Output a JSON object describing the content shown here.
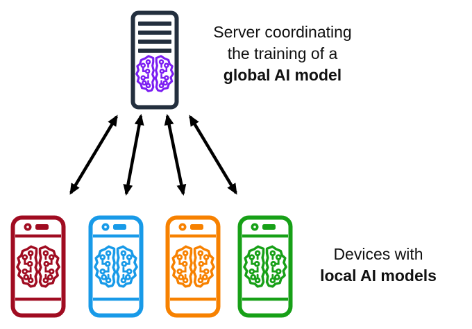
{
  "diagram": {
    "title_hint": "Federated learning diagram",
    "background_color": "#ffffff",
    "server": {
      "icon": "server-with-ai-brain-icon",
      "body_color": "#232F3E",
      "brain_color": "#7B1DF2",
      "label_lines": [
        "Server coordinating",
        "the training of a",
        "global AI model"
      ],
      "bold_line": "global AI model"
    },
    "arrows": {
      "count": 4,
      "style": "double-headed",
      "color": "#000000"
    },
    "devices": {
      "label_line1": "Devices with",
      "label_line2_bold": "local AI models",
      "items": [
        {
          "name": "device-1",
          "icon": "smartphone-with-ai-brain-icon",
          "color": "#A00C21"
        },
        {
          "name": "device-2",
          "icon": "smartphone-with-ai-brain-icon",
          "color": "#189AE8"
        },
        {
          "name": "device-3",
          "icon": "smartphone-with-ai-brain-icon",
          "color": "#F78100"
        },
        {
          "name": "device-4",
          "icon": "smartphone-with-ai-brain-icon",
          "color": "#17A017"
        }
      ]
    }
  }
}
